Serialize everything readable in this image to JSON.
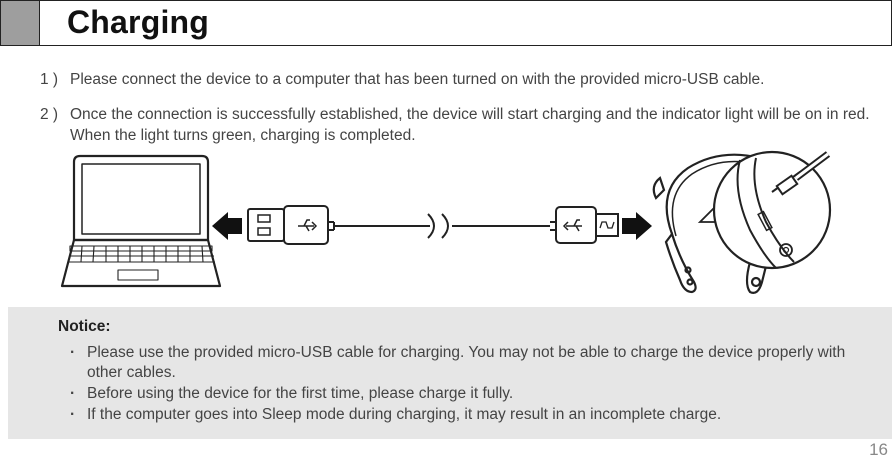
{
  "header": {
    "title": "Charging"
  },
  "steps": [
    {
      "num": "1 )",
      "text": "Please connect the device to a computer that has been turned on with the provided micro-USB cable."
    },
    {
      "num": "2 )",
      "text": "Once the connection is successfully established, the device will start charging and the indicator light will be on in red. When the light turns green, charging is completed."
    }
  ],
  "notice": {
    "title": "Notice:",
    "items": [
      "Please use the provided micro-USB cable for charging. You may not be able to charge the device properly with other cables.",
      "Before using the device for the first time, please charge it fully.",
      "If the computer goes into Sleep mode during charging, it may result in an incomplete charge."
    ]
  },
  "page_number": "16"
}
